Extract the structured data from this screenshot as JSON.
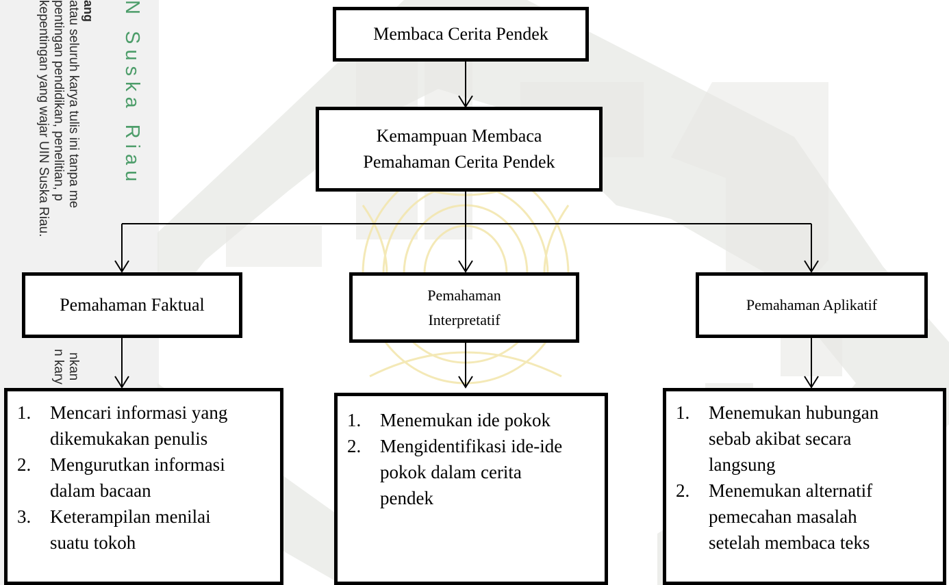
{
  "sidebar": {
    "brand": "N  Suska  Riau",
    "heading": "ang",
    "lines": [
      "atau seluruh karya tulis ini tanpa me",
      "pentingan pendidikan, penelitian, p",
      "kepentingan yang wajar UIN Suska Riau."
    ],
    "fragments": [
      "nkan",
      "n kary"
    ]
  },
  "diagram": {
    "root": "Membaca Cerita Pendek",
    "level2": [
      "Kemampuan Membaca",
      "Pemahaman Cerita Pendek"
    ],
    "branches": [
      {
        "title": "Pemahaman Faktual",
        "items": [
          {
            "num": "1.",
            "lines": [
              "Mencari informasi yang",
              "dikemukakan penulis"
            ]
          },
          {
            "num": "2.",
            "lines": [
              "Mengurutkan informasi",
              "dalam bacaan"
            ]
          },
          {
            "num": "3.",
            "lines": [
              "Keterampilan menilai",
              "suatu tokoh"
            ]
          }
        ]
      },
      {
        "title_lines": [
          "Pemahaman",
          "Interpretatif"
        ],
        "items": [
          {
            "num": "1.",
            "lines": [
              "Menemukan ide pokok"
            ]
          },
          {
            "num": "2.",
            "lines": [
              "Mengidentifikasi ide-ide",
              "pokok dalam cerita",
              "pendek"
            ]
          }
        ]
      },
      {
        "title": "Pemahaman Aplikatif",
        "items": [
          {
            "num": "1.",
            "lines": [
              "Menemukan hubungan",
              "sebab akibat secara",
              "langsung"
            ]
          },
          {
            "num": "2.",
            "lines": [
              "Menemukan alternatif",
              "pemecahan masalah",
              "setelah membaca teks"
            ]
          }
        ]
      }
    ]
  },
  "colors": {
    "brand_green": "#4d9d6a",
    "watermark_gray": "#e7e8e4",
    "watermark_gold": "#f3e7b0"
  }
}
